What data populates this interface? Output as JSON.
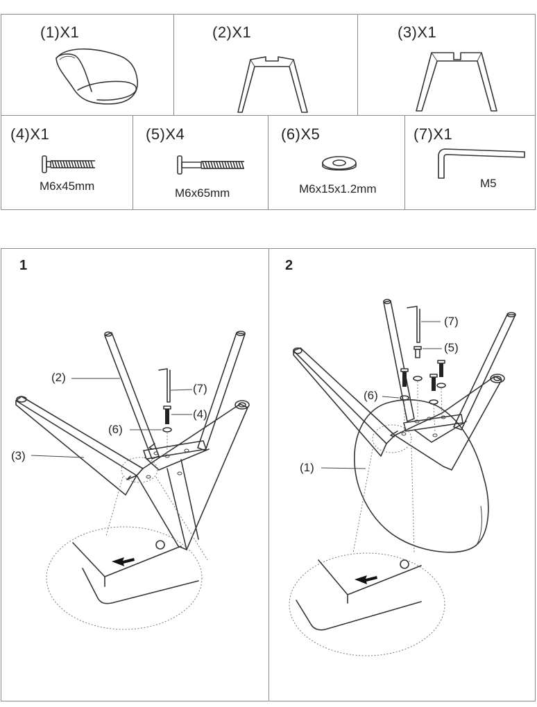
{
  "parts": {
    "p1": {
      "qty": "(1)X1",
      "icon": "chair-seat-icon"
    },
    "p2": {
      "qty": "(2)X1",
      "icon": "leg-frame-icon"
    },
    "p3": {
      "qty": "(3)X1",
      "icon": "leg-frame-notched-icon"
    },
    "p4": {
      "qty": "(4)X1",
      "spec": "M6x45mm",
      "icon": "short-bolt-icon"
    },
    "p5": {
      "qty": "(5)X4",
      "spec": "M6x65mm",
      "icon": "long-bolt-icon"
    },
    "p6": {
      "qty": "(6)X5",
      "spec": "M6x15x1.2mm",
      "icon": "washer-icon"
    },
    "p7": {
      "qty": "(7)X1",
      "spec": "M5",
      "icon": "allen-key-icon"
    }
  },
  "steps": {
    "s1": {
      "number": "1",
      "labels": {
        "l2": "(2)",
        "l7": "(7)",
        "l4": "(4)",
        "l6": "(6)",
        "l3": "(3)"
      }
    },
    "s2": {
      "number": "2",
      "labels": {
        "l7": "(7)",
        "l5": "(5)",
        "l6": "(6)",
        "l1": "(1)"
      }
    }
  }
}
